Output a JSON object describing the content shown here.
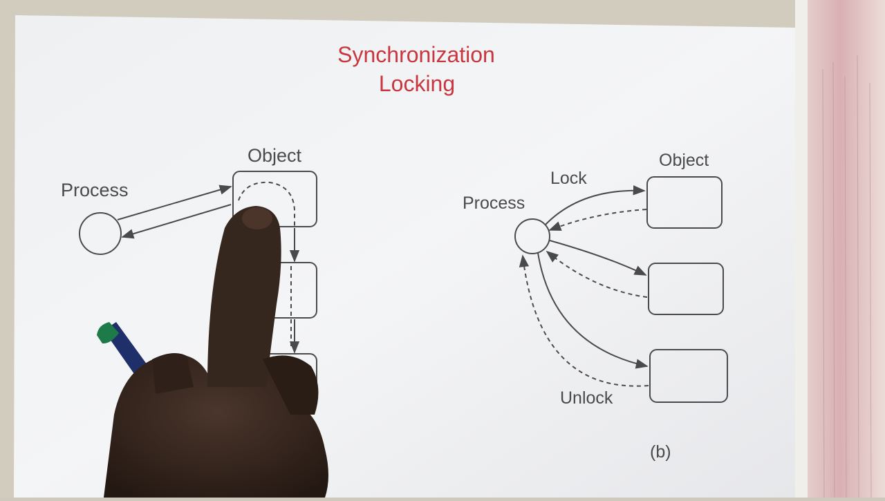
{
  "title": {
    "line1": "Synchronization",
    "line2": "Locking",
    "color": "#c9363f"
  },
  "diagram_a": {
    "process_label": "Process",
    "object_label": "Object"
  },
  "diagram_b": {
    "process_label": "Process",
    "object_label": "Object",
    "lock_label": "Lock",
    "unlock_label": "Unlock",
    "caption": "(b)"
  },
  "colors": {
    "ink": "#4a4a4a",
    "paper": "#f3f4f6",
    "skin": "#3a2a22",
    "pen_body": "#1e2f6a",
    "pen_cap": "#1e7a48"
  }
}
